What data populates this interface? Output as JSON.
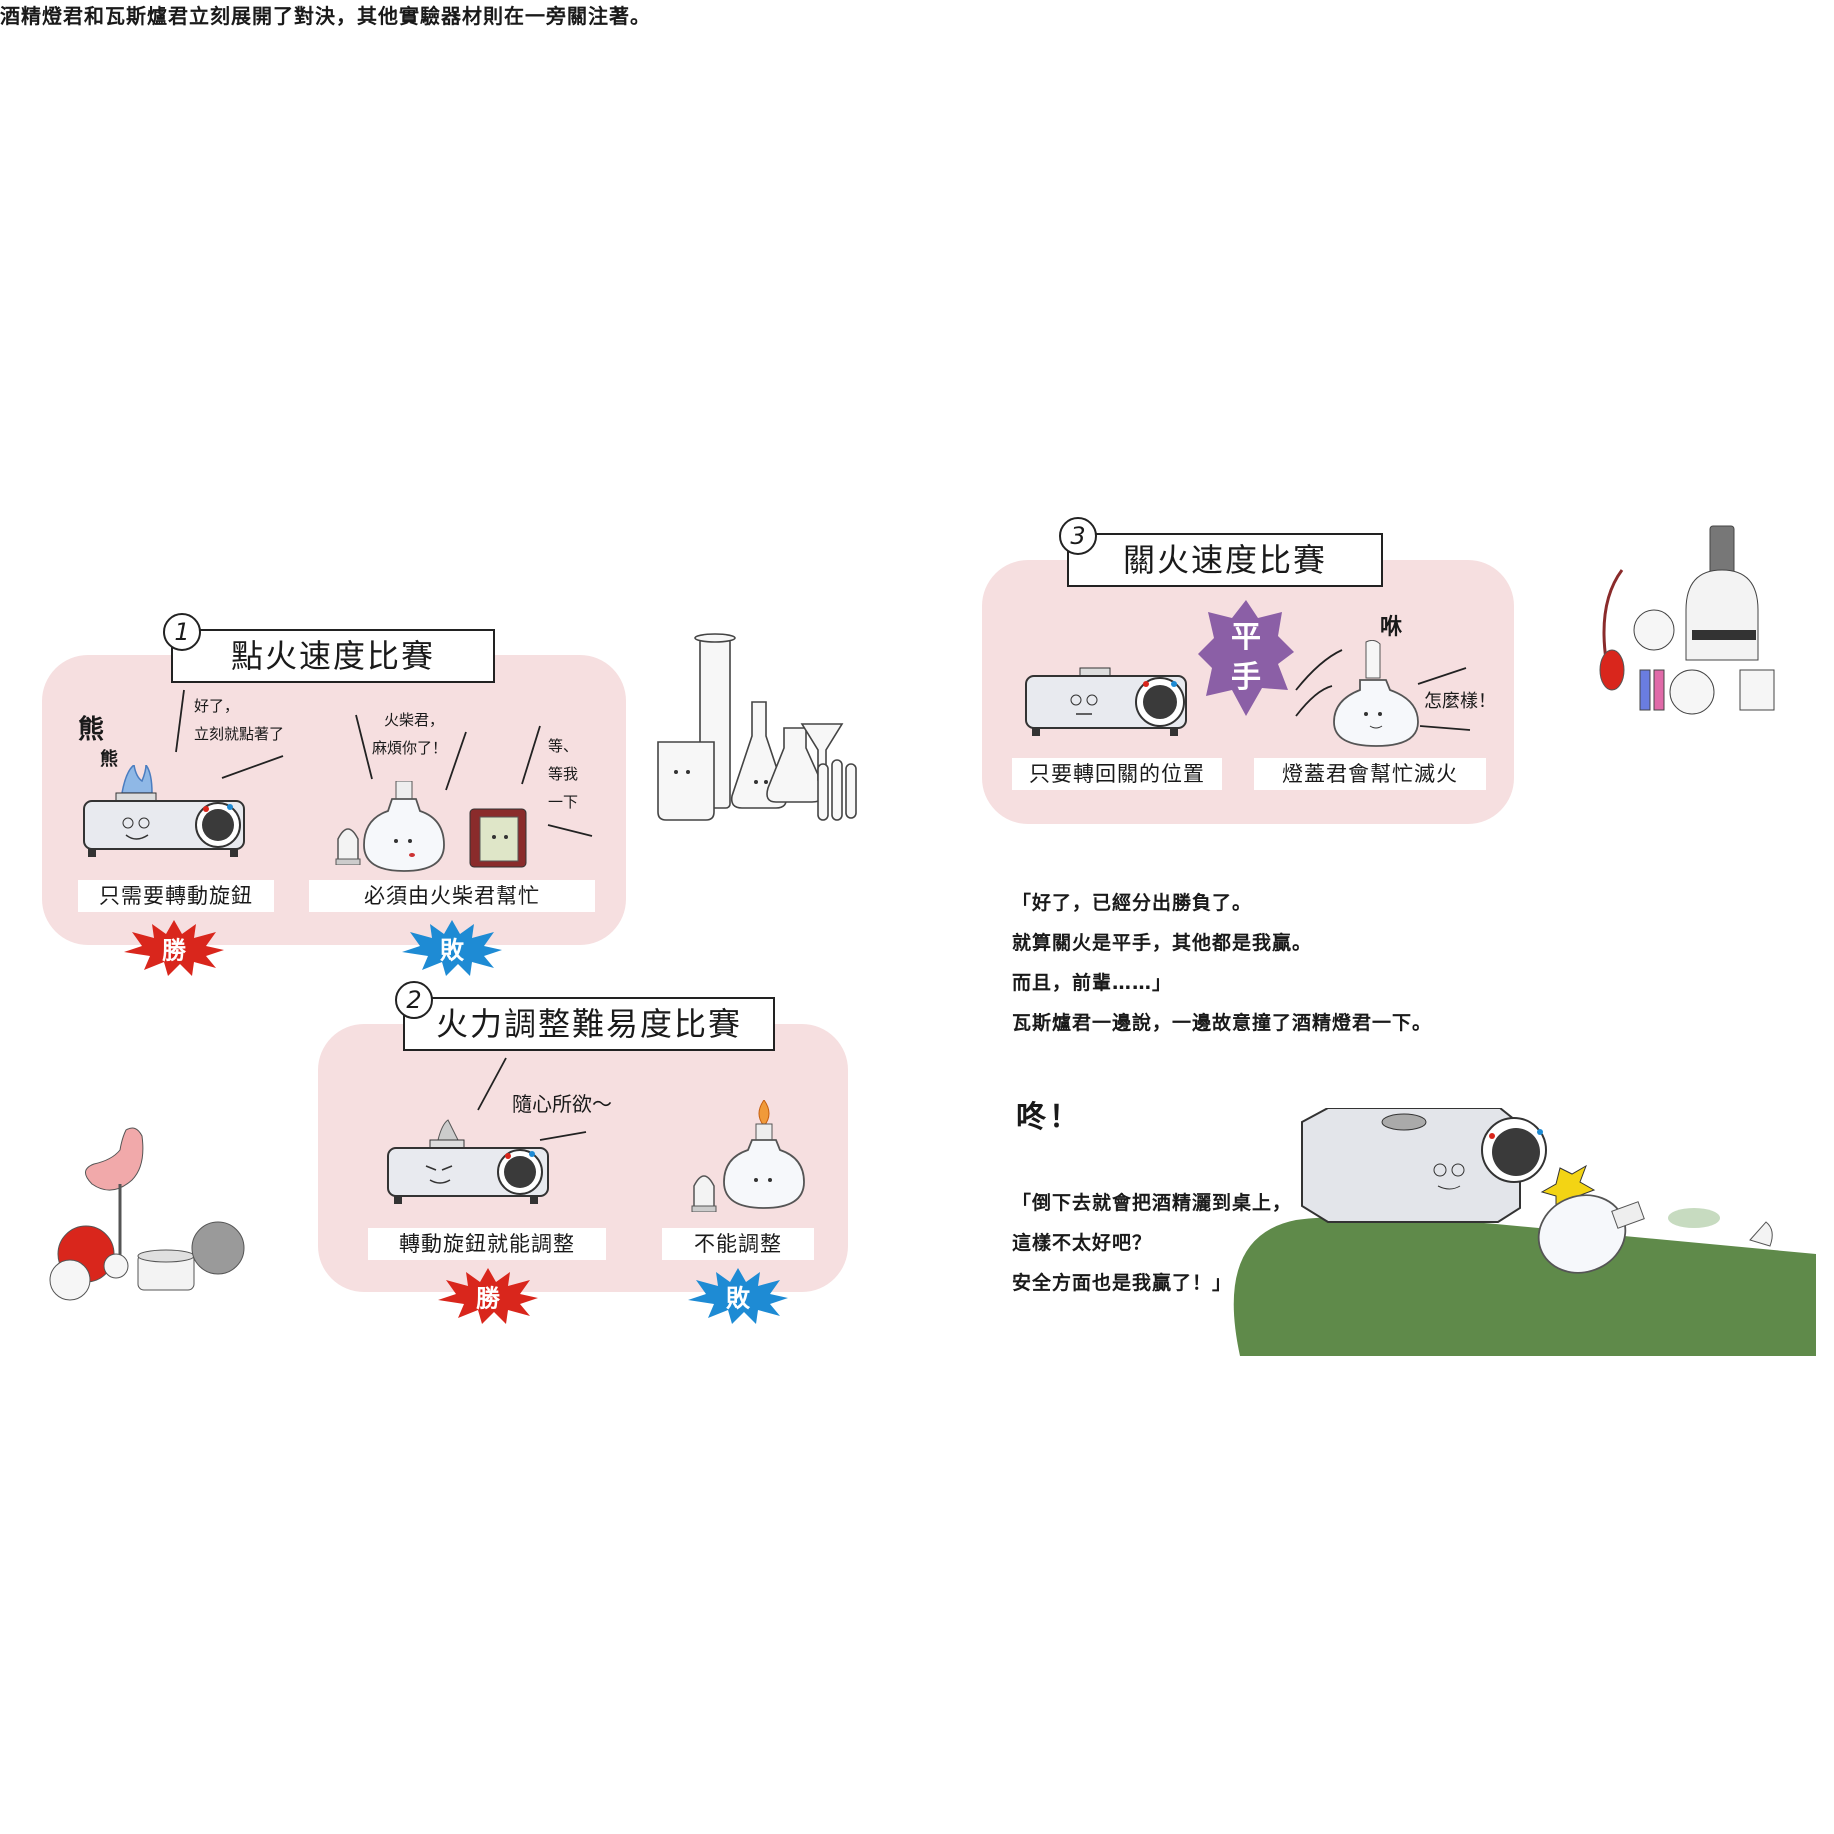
{
  "intro": "酒精燈君和瓦斯爐君立刻展開了對決，其他實驗器材則在一旁關注著。",
  "panels": {
    "p1": {
      "number": "1",
      "title": "點火速度比賽",
      "bubble_left": [
        "好了，",
        "立刻就點著了"
      ],
      "sfx": [
        "熊",
        "熊"
      ],
      "bubble_mid": [
        "火柴君，",
        "麻煩你了！"
      ],
      "bubble_right": [
        "等、",
        "等我",
        "一下"
      ],
      "caption_left": "只需要轉動旋鈕",
      "caption_right": "必須由火柴君幫忙",
      "result_left": "勝",
      "result_right": "敗"
    },
    "p2": {
      "number": "2",
      "title": "火力調整難易度比賽",
      "bubble": "隨心所欲～",
      "caption_left": "轉動旋鈕就能調整",
      "caption_right": "不能調整",
      "result_left": "勝",
      "result_right": "敗"
    },
    "p3": {
      "number": "3",
      "title": "關火速度比賽",
      "tie": [
        "平",
        "手"
      ],
      "sfx": "咻",
      "bubble": "怎麼樣！",
      "caption_left": "只要轉回關的位置",
      "caption_right": "燈蓋君會幫忙滅火"
    }
  },
  "story": {
    "lines": [
      "「好了，已經分出勝負了。",
      "就算關火是平手，其他都是我贏。",
      "而且，前輩……」",
      "瓦斯爐君一邊說，一邊故意撞了酒精燈君一下。"
    ],
    "onomatopoeia": "咚！",
    "quote": [
      "「倒下去就會把酒精灑到桌上，",
      "這樣不太好吧？",
      "安全方面也是我贏了！」"
    ]
  },
  "colors": {
    "panel_pink": "#f6dfe0",
    "win_red": "#d9261c",
    "lose_blue": "#1e8bd4",
    "tie_purple": "#8b5fa6",
    "table_green": "#5f8a4a"
  },
  "icons": [
    "gas-stove-character",
    "alcohol-lamp-character",
    "match-box-character",
    "lamp-cap-character",
    "beaker-character",
    "graduated-cylinder-character",
    "flask-character",
    "funnel-character",
    "test-tube-character",
    "microscope-character",
    "dropper-character",
    "stomach-model-character",
    "steel-wool-character",
    "evaporating-dish-character"
  ]
}
